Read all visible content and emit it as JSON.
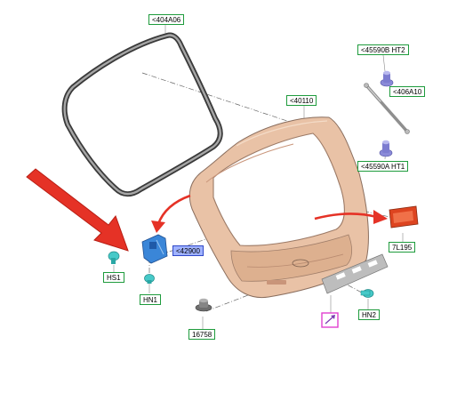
{
  "labels": {
    "seal": "<404A06",
    "tailgate": "<40110",
    "strut_mount_top": "<45590B HT2",
    "gas_strut": "<406A10",
    "strut_mount_bottom": "<45590A HT1",
    "tail_lamp": "7L195",
    "latch": "<42900",
    "hs1": "HS1",
    "hn1": "HN1",
    "bolt": "16758",
    "hn2": "HN2"
  },
  "colors": {
    "tag_border": "#1e9b3c",
    "highlight_fill": "#9fb2ff",
    "highlight_border": "#3048c8",
    "panel": "#e9c2a6",
    "panel_shadow": "#c9957a",
    "arrow_red": "#e53226",
    "latch_blue": "#3a86d8",
    "clip_cyan": "#46c9c8",
    "lamp_red": "#dd4420",
    "icon_box": "#e040d0"
  },
  "icons": {
    "callout": "pointer-arrow-icon"
  }
}
